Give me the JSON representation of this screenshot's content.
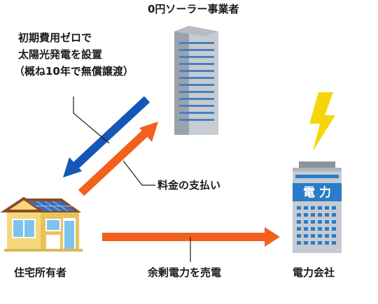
{
  "labels": {
    "provider": "0円ソーラー事業者",
    "install_line1": "初期費用ゼロで",
    "install_line2": "太陽光発電を設置",
    "install_line3": "（概ね10年で無償譲渡）",
    "payment": "料金の支払い",
    "homeowner": "住宅所有者",
    "surplus": "余剰電力を売電",
    "utility": "電力会社",
    "utility_sign": "電 力"
  },
  "colors": {
    "blue_arrow": "#1457b8",
    "orange_arrow": "#f2601b",
    "lightning": "#f5d60c",
    "utility_sign": "#2a7cc6"
  },
  "icons": [
    "office-building-icon",
    "house-with-solar-icon",
    "power-company-building-icon",
    "lightning-icon"
  ]
}
